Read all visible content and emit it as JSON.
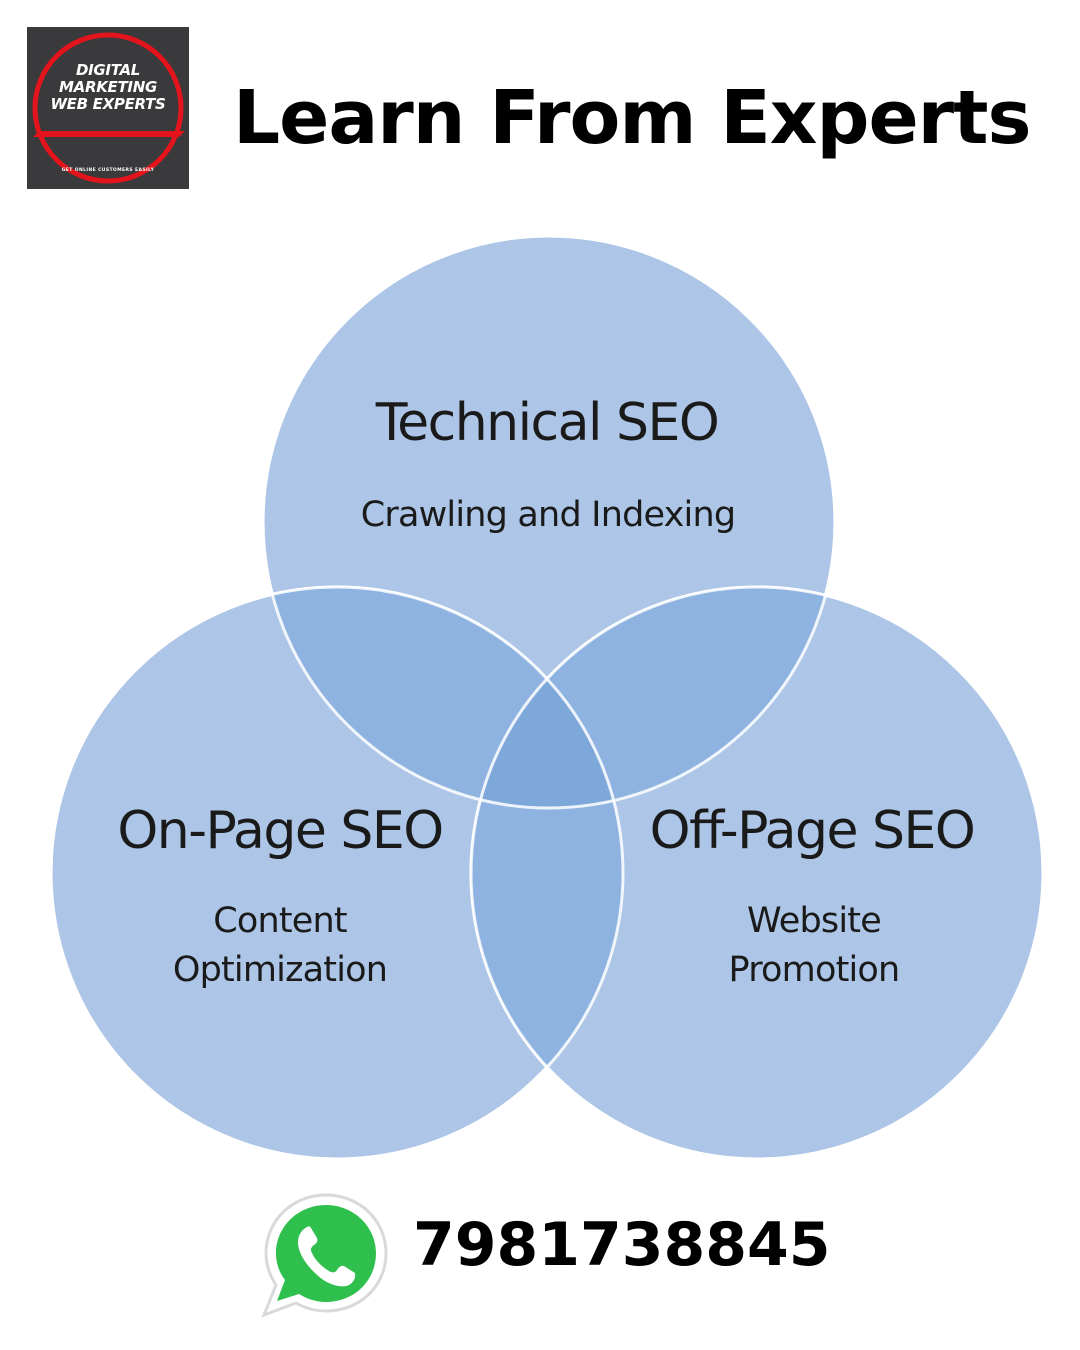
{
  "logo": {
    "line1": "DIGITAL",
    "line2": "MARKETING",
    "line3": "WEB EXPERTS",
    "tagline": "GET ONLINE CUSTOMERS EASILY",
    "background_color": "#3a3a3c",
    "ring_color": "#e3141b"
  },
  "header": {
    "title": "Learn From Experts"
  },
  "diagram": {
    "circle_color": "#adc6e7",
    "overlap_color": "#8eb3e0",
    "center_color": "#7ea7da",
    "circles": [
      {
        "title": "Technical SEO",
        "subtitle_lines": [
          "Crawling and Indexing"
        ]
      },
      {
        "title": "On-Page SEO",
        "subtitle_lines": [
          "Content",
          "Optimization"
        ]
      },
      {
        "title": "Off-Page SEO",
        "subtitle_lines": [
          "Website",
          "Promotion"
        ]
      }
    ]
  },
  "contact": {
    "icon": "whatsapp-icon",
    "phone": "7981738845",
    "icon_color": "#2fbf4d"
  }
}
